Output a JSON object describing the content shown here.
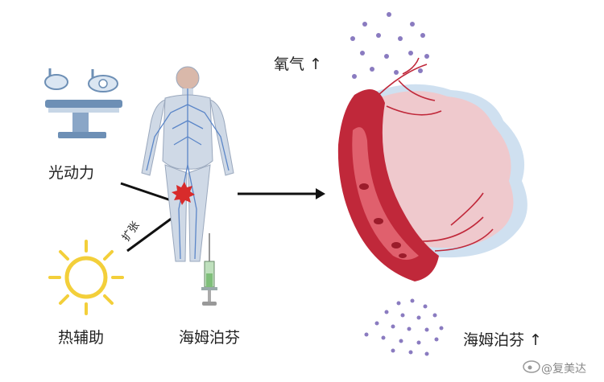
{
  "labels": {
    "photodynamic": "光动力",
    "thermal": "热辅助",
    "dilate": "扩张",
    "drug": "海姆泊芬",
    "oxygen": "氧气",
    "oxygen_arrow": "↑",
    "drug_up": "海姆泊芬",
    "drug_up_arrow": "↑",
    "watermark": "@复美达"
  },
  "colors": {
    "vessel": "#c0283a",
    "vessel_light": "#e0606d",
    "lesion": "#efc9cd",
    "lesion_edge": "#cfe0f0",
    "particle": "#8a7bc0",
    "sun": "#f3cf3a",
    "nerve": "#5b86c8",
    "body": "#cfd9e6",
    "arrow": "#111111"
  },
  "icons": [
    "surgical-lamp-icon",
    "operating-table-icon",
    "sun-icon",
    "syringe-icon",
    "human-body-icon",
    "lesion-mark-icon",
    "blood-vessel-icon",
    "watermark-logo-icon"
  ]
}
